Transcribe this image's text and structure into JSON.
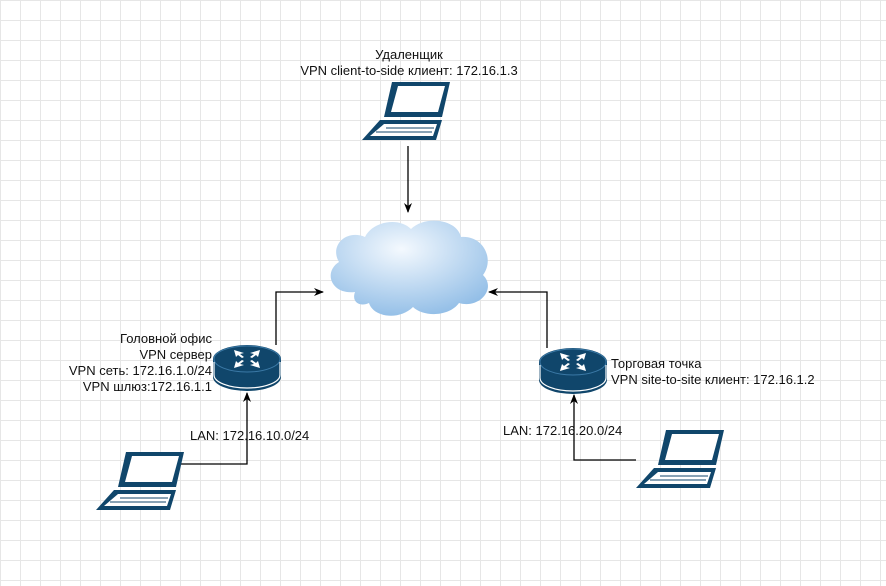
{
  "colors": {
    "device_dark": "#10466b",
    "device_light": "#ffffff",
    "cloud_light": "#f4f9fe",
    "cloud_dark": "#8fbce6",
    "line": "#000000"
  },
  "nodes": {
    "remote": {
      "icon": "laptop-icon",
      "lines": [
        "Удаленщик",
        "VPN client-to-side клиент: 172.16.1.3"
      ]
    },
    "head_office": {
      "icon": "router-icon",
      "lines": [
        "Головной офис",
        "VPN сервер",
        "VPN сеть: 172.16.1.0/24",
        "VPN шлюз:172.16.1.1"
      ]
    },
    "shop": {
      "icon": "router-icon",
      "lines": [
        "Торговая точка",
        "VPN site-to-site клиент: 172.16.1.2"
      ]
    },
    "internet": {
      "icon": "cloud-icon"
    },
    "head_lan_pc": {
      "icon": "laptop-icon"
    },
    "shop_lan_pc": {
      "icon": "laptop-icon"
    }
  },
  "edges": {
    "head_lan": "LAN: 172.16.10.0/24",
    "shop_lan": "LAN: 172.16.20.0/24"
  }
}
